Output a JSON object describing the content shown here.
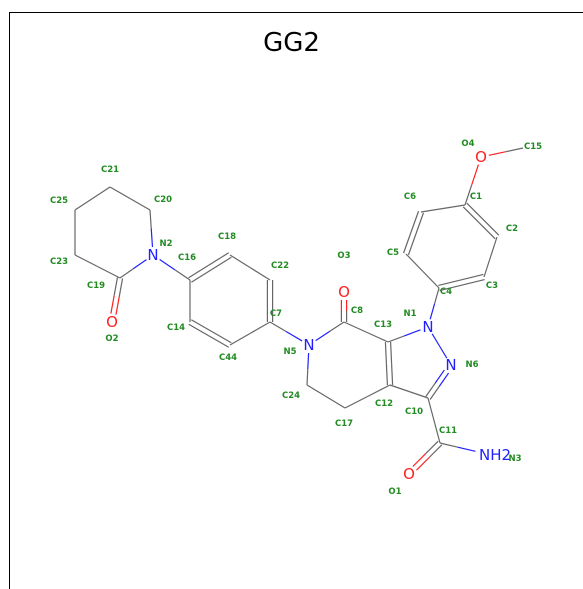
{
  "title": "GG2",
  "colors": {
    "carbon_bond": "#666666",
    "nitrogen": "#2020ff",
    "oxygen": "#ff2020",
    "number_label": "#228b22"
  },
  "atoms": [
    {
      "id": "O4",
      "element": "O",
      "symbol": "O",
      "label": "O4",
      "color": "oxygen"
    },
    {
      "id": "C15",
      "element": "C",
      "symbol": "",
      "label": "C15"
    },
    {
      "id": "C1",
      "element": "C",
      "symbol": "",
      "label": "C1"
    },
    {
      "id": "C2",
      "element": "C",
      "symbol": "",
      "label": "C2"
    },
    {
      "id": "C3",
      "element": "C",
      "symbol": "",
      "label": "C3"
    },
    {
      "id": "C4",
      "element": "C",
      "symbol": "",
      "label": "C4"
    },
    {
      "id": "C5",
      "element": "C",
      "symbol": "",
      "label": "C5"
    },
    {
      "id": "C6",
      "element": "C",
      "symbol": "",
      "label": "C6"
    },
    {
      "id": "N1",
      "element": "N",
      "symbol": "N",
      "label": "N1",
      "color": "nitrogen"
    },
    {
      "id": "N6",
      "element": "N",
      "symbol": "N",
      "label": "N6",
      "color": "nitrogen"
    },
    {
      "id": "C10",
      "element": "C",
      "symbol": "",
      "label": "C10"
    },
    {
      "id": "C12",
      "element": "C",
      "symbol": "",
      "label": "C12"
    },
    {
      "id": "C13",
      "element": "C",
      "symbol": "",
      "label": "C13"
    },
    {
      "id": "C11",
      "element": "C",
      "symbol": "",
      "label": "C11"
    },
    {
      "id": "O1",
      "element": "O",
      "symbol": "O",
      "label": "O1",
      "color": "oxygen"
    },
    {
      "id": "N3",
      "element": "N",
      "symbol": "NH2",
      "label": "N3",
      "color": "nitrogen"
    },
    {
      "id": "C8",
      "element": "C",
      "symbol": "",
      "label": "C8"
    },
    {
      "id": "O3",
      "element": "O",
      "symbol": "O",
      "label": "O3",
      "color": "oxygen"
    },
    {
      "id": "N5",
      "element": "N",
      "symbol": "N",
      "label": "N5",
      "color": "nitrogen"
    },
    {
      "id": "C24",
      "element": "C",
      "symbol": "",
      "label": "C24"
    },
    {
      "id": "C17",
      "element": "C",
      "symbol": "",
      "label": "C17"
    },
    {
      "id": "C7",
      "element": "C",
      "symbol": "",
      "label": "C7"
    },
    {
      "id": "C22",
      "element": "C",
      "symbol": "",
      "label": "C22"
    },
    {
      "id": "C18",
      "element": "C",
      "symbol": "",
      "label": "C18"
    },
    {
      "id": "C16",
      "element": "C",
      "symbol": "",
      "label": "C16"
    },
    {
      "id": "C14",
      "element": "C",
      "symbol": "",
      "label": "C14"
    },
    {
      "id": "C44",
      "element": "C",
      "symbol": "",
      "label": "C44"
    },
    {
      "id": "N2",
      "element": "N",
      "symbol": "N",
      "label": "N2",
      "color": "nitrogen"
    },
    {
      "id": "C19",
      "element": "C",
      "symbol": "",
      "label": "C19"
    },
    {
      "id": "O2",
      "element": "O",
      "symbol": "O",
      "label": "O2",
      "color": "oxygen"
    },
    {
      "id": "C23",
      "element": "C",
      "symbol": "",
      "label": "C23"
    },
    {
      "id": "C25",
      "element": "C",
      "symbol": "",
      "label": "C25"
    },
    {
      "id": "C21",
      "element": "C",
      "symbol": "",
      "label": "C21"
    },
    {
      "id": "C20",
      "element": "C",
      "symbol": "",
      "label": "C20"
    }
  ],
  "bonds": [
    {
      "a": "O4",
      "b": "C15",
      "order": 1
    },
    {
      "a": "O4",
      "b": "C1",
      "order": 1
    },
    {
      "a": "C1",
      "b": "C2",
      "order": 2
    },
    {
      "a": "C2",
      "b": "C3",
      "order": 1
    },
    {
      "a": "C3",
      "b": "C4",
      "order": 2
    },
    {
      "a": "C4",
      "b": "C5",
      "order": 1
    },
    {
      "a": "C5",
      "b": "C6",
      "order": 2
    },
    {
      "a": "C6",
      "b": "C1",
      "order": 1
    },
    {
      "a": "C4",
      "b": "N1",
      "order": 1
    },
    {
      "a": "N1",
      "b": "N6",
      "order": 1
    },
    {
      "a": "N6",
      "b": "C10",
      "order": 2
    },
    {
      "a": "C10",
      "b": "C12",
      "order": 1
    },
    {
      "a": "C12",
      "b": "C13",
      "order": 2
    },
    {
      "a": "C13",
      "b": "N1",
      "order": 1
    },
    {
      "a": "C10",
      "b": "C11",
      "order": 1
    },
    {
      "a": "C11",
      "b": "O1",
      "order": 2
    },
    {
      "a": "C11",
      "b": "N3",
      "order": 1
    },
    {
      "a": "C13",
      "b": "C8",
      "order": 1
    },
    {
      "a": "C8",
      "b": "O3",
      "order": 2
    },
    {
      "a": "C8",
      "b": "N5",
      "order": 1
    },
    {
      "a": "N5",
      "b": "C24",
      "order": 1
    },
    {
      "a": "C24",
      "b": "C17",
      "order": 1
    },
    {
      "a": "C17",
      "b": "C12",
      "order": 1
    },
    {
      "a": "N5",
      "b": "C7",
      "order": 1
    },
    {
      "a": "C7",
      "b": "C22",
      "order": 2
    },
    {
      "a": "C22",
      "b": "C18",
      "order": 1
    },
    {
      "a": "C18",
      "b": "C16",
      "order": 2
    },
    {
      "a": "C16",
      "b": "C14",
      "order": 1
    },
    {
      "a": "C14",
      "b": "C44",
      "order": 2
    },
    {
      "a": "C44",
      "b": "C7",
      "order": 1
    },
    {
      "a": "C16",
      "b": "N2",
      "order": 1
    },
    {
      "a": "N2",
      "b": "C19",
      "order": 1
    },
    {
      "a": "C19",
      "b": "O2",
      "order": 2
    },
    {
      "a": "C19",
      "b": "C23",
      "order": 1
    },
    {
      "a": "C23",
      "b": "C25",
      "order": 1
    },
    {
      "a": "C25",
      "b": "C21",
      "order": 1
    },
    {
      "a": "C21",
      "b": "C20",
      "order": 1
    },
    {
      "a": "C20",
      "b": "N2",
      "order": 1
    }
  ]
}
